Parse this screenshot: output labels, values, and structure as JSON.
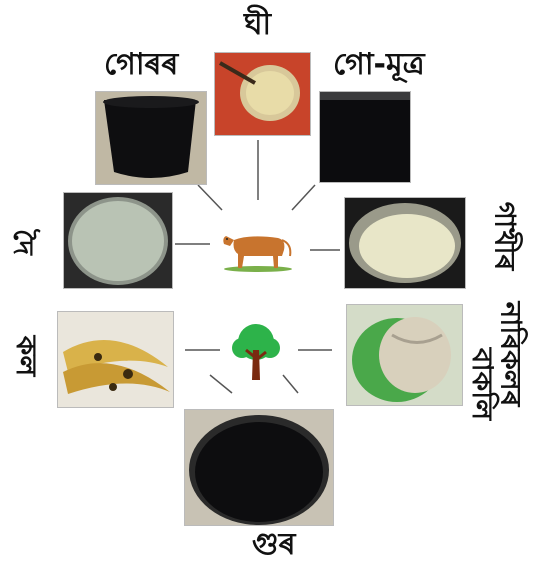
{
  "labels": {
    "top": "ঘী",
    "top_left": "গোৰৰ",
    "top_right": "গো-মূত্ৰ",
    "left_upper": "দৈ",
    "right_upper": "গাখীৰ",
    "left_lower": "কল",
    "right_lower_1": "নাৰিকলৰ",
    "right_lower_2": "বাকলি",
    "bottom": "গুৰ"
  },
  "icons": {
    "center_top": "cow-icon",
    "center_bottom": "tree-icon"
  },
  "colors": {
    "tree_green": "#2db34a",
    "tree_trunk": "#7a2a10",
    "cow_brown": "#c8742e",
    "ghee_red": "#c8442a",
    "milk_white": "#e8e6c8",
    "curd_grey": "#b9c3b4",
    "banana_yellow": "#d9b24a",
    "coconut_green": "#4aa84a"
  }
}
